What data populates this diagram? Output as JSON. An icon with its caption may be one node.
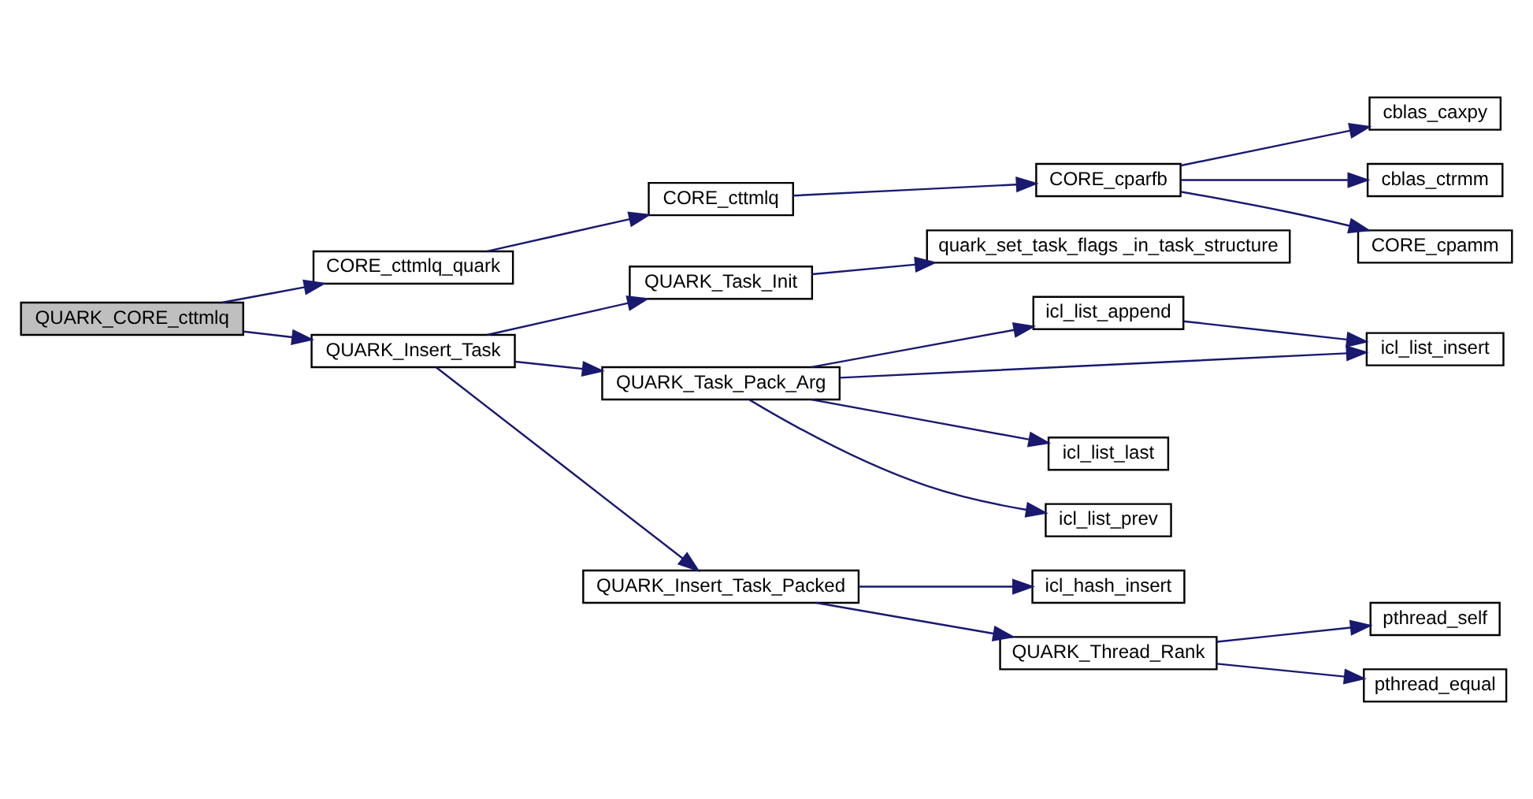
{
  "diagram": {
    "nodes": [
      {
        "text": [
          "QUARK_CORE_cttmlq"
        ]
      },
      {
        "text": [
          "CORE_cttmlq_quark"
        ]
      },
      {
        "text": [
          "QUARK_Insert_Task"
        ]
      },
      {
        "text": [
          "CORE_cttmlq"
        ]
      },
      {
        "text": [
          "CORE_cparfb"
        ]
      },
      {
        "text": [
          "cblas_caxpy"
        ]
      },
      {
        "text": [
          "cblas_ctrmm"
        ]
      },
      {
        "text": [
          "CORE_cpamm"
        ]
      },
      {
        "text": [
          "QUARK_Task_Init"
        ]
      },
      {
        "text": [
          "quark_set_task_flags _in_task_structure"
        ]
      },
      {
        "text": [
          "QUARK_Task_Pack_Arg"
        ]
      },
      {
        "text": [
          "icl_list_append"
        ]
      },
      {
        "text": [
          "icl_list_insert"
        ]
      },
      {
        "text": [
          "icl_list_last"
        ]
      },
      {
        "text": [
          "icl_list_prev"
        ]
      },
      {
        "text": [
          "QUARK_Insert_Task_Packed"
        ]
      },
      {
        "text": [
          "icl_hash_insert"
        ]
      },
      {
        "text": [
          "QUARK_Thread_Rank"
        ]
      },
      {
        "text": [
          "pthread_self"
        ]
      },
      {
        "text": [
          "pthread_equal"
        ]
      }
    ],
    "edges": [
      {
        "from": 0,
        "to": 1,
        "arrow": "to"
      },
      {
        "from": 0,
        "to": 2,
        "arrow": "to"
      },
      {
        "from": 1,
        "to": 3,
        "arrow": "to"
      },
      {
        "from": 3,
        "to": 4,
        "arrow": "to"
      },
      {
        "from": 4,
        "to": 5,
        "arrow": "to"
      },
      {
        "from": 4,
        "to": 6,
        "arrow": "to"
      },
      {
        "from": 4,
        "to": 7,
        "arrow": "to"
      },
      {
        "from": 2,
        "to": 8,
        "arrow": "to"
      },
      {
        "from": 2,
        "to": 10,
        "arrow": "to"
      },
      {
        "from": 2,
        "to": 15,
        "arrow": "to"
      },
      {
        "from": 8,
        "to": 9,
        "arrow": "to"
      },
      {
        "from": 10,
        "to": 11,
        "arrow": "to"
      },
      {
        "from": 10,
        "to": 12,
        "arrow": "to"
      },
      {
        "from": 10,
        "to": 13,
        "arrow": "to"
      },
      {
        "from": 10,
        "to": 14,
        "arrow": "to"
      },
      {
        "from": 11,
        "to": 12,
        "arrow": "to"
      },
      {
        "from": 15,
        "to": 16,
        "arrow": "to"
      },
      {
        "from": 15,
        "to": 17,
        "arrow": "to"
      },
      {
        "from": 17,
        "to": 18,
        "arrow": "to"
      },
      {
        "from": 17,
        "to": 19,
        "arrow": "to"
      }
    ]
  }
}
